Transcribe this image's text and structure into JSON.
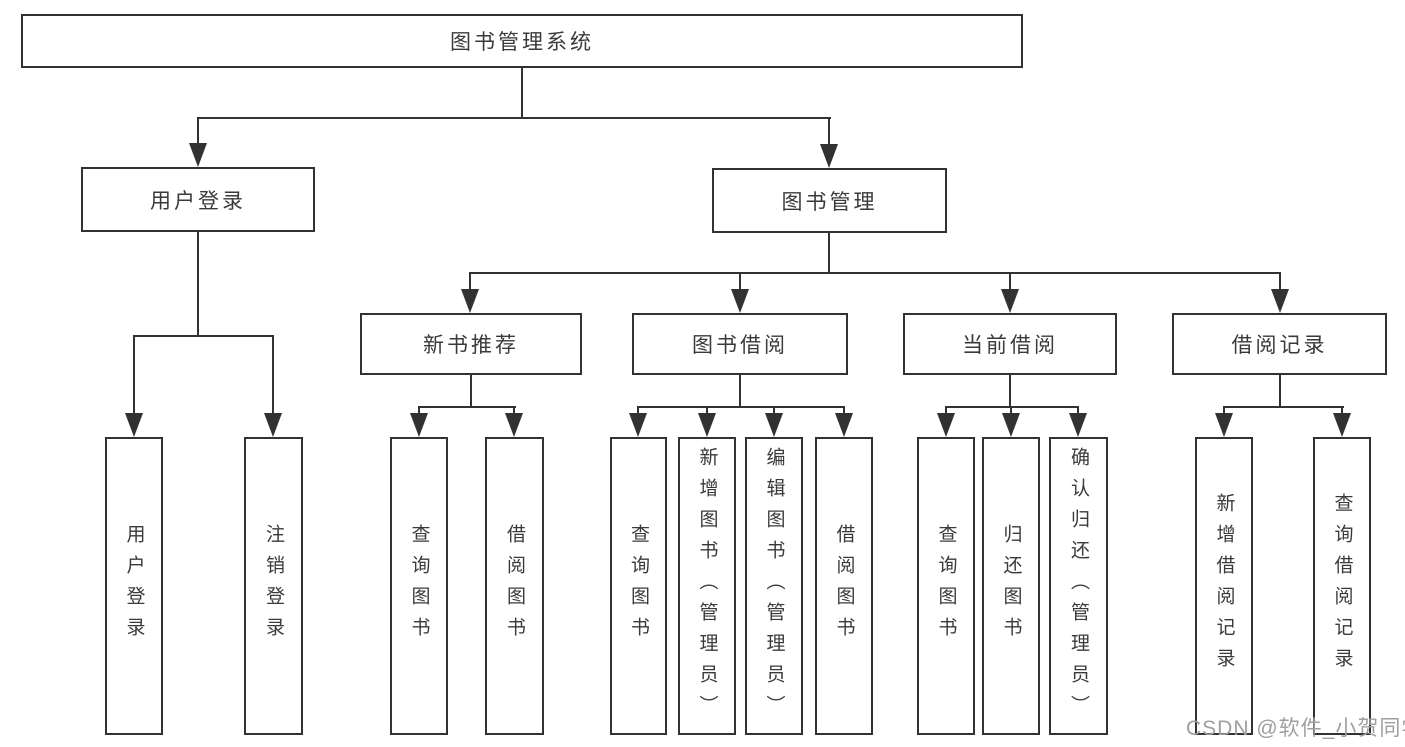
{
  "tree": {
    "root": "图书管理系统",
    "branches": [
      {
        "label": "用户登录",
        "children": [
          "用户登录",
          "注销登录"
        ]
      },
      {
        "label": "图书管理",
        "groups": [
          {
            "label": "新书推荐",
            "children": [
              "查询图书",
              "借阅图书"
            ]
          },
          {
            "label": "图书借阅",
            "children": [
              "查询图书",
              "新增图书（管理员）",
              "编辑图书（管理员）",
              "借阅图书"
            ]
          },
          {
            "label": "当前借阅",
            "children": [
              "查询图书",
              "归还图书",
              "确认归还（管理员）"
            ]
          },
          {
            "label": "借阅记录",
            "children": [
              "新增借阅记录",
              "查询借阅记录"
            ]
          }
        ]
      }
    ]
  },
  "watermark": "CSDN @软件_小贺同学",
  "colors": {
    "line": "#323232",
    "box_background": "#ffffff",
    "text": "#3a3a3a",
    "watermark": "#9f9f9f"
  }
}
